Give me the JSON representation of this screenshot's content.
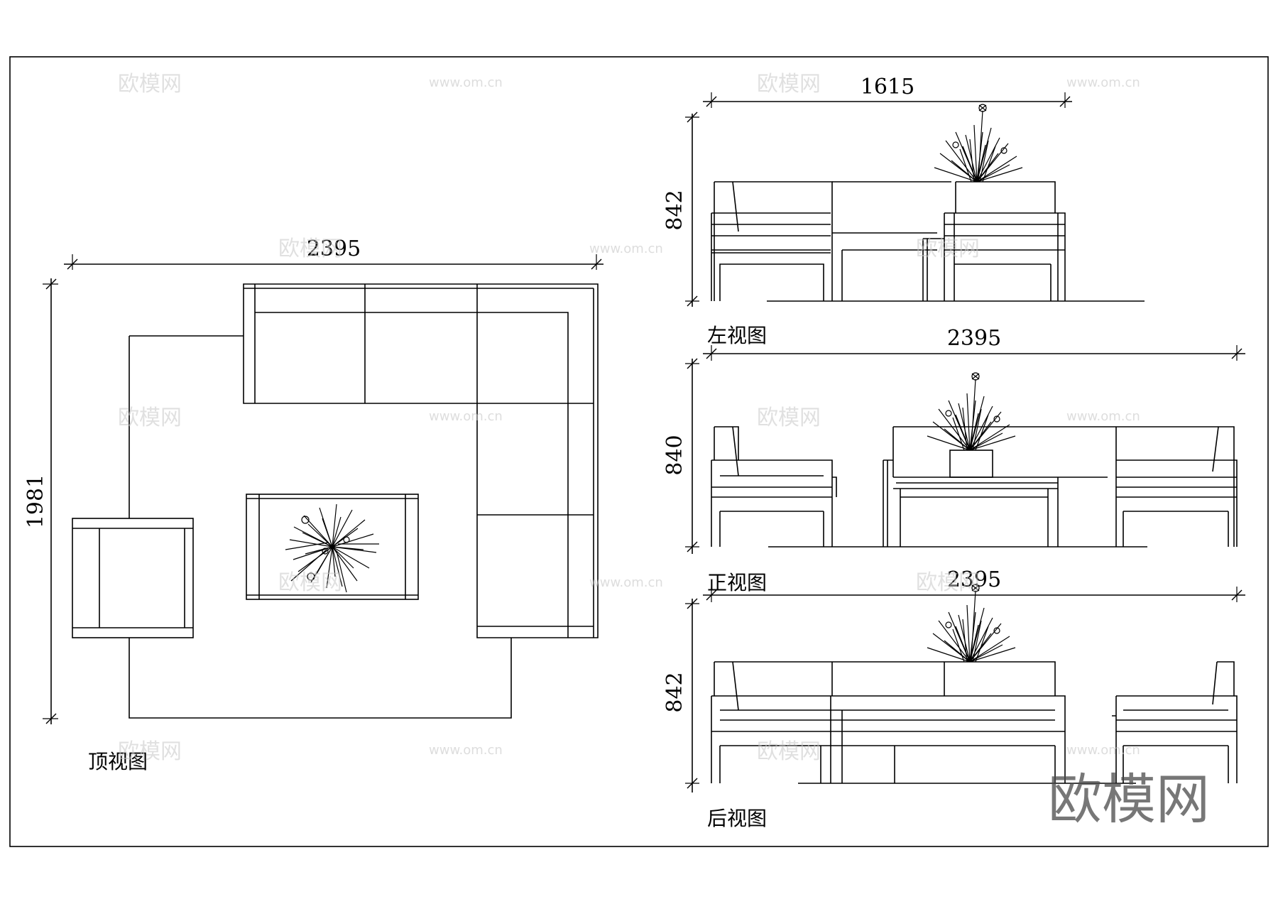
{
  "views": {
    "top": {
      "caption": "顶视图",
      "width_dim": "2395",
      "depth_dim": "1981"
    },
    "left": {
      "caption": "左视图",
      "width_dim": "1615",
      "height_dim": "842"
    },
    "front": {
      "caption": "正视图",
      "width_dim": "2395",
      "height_dim": "840"
    },
    "back": {
      "caption": "后视图",
      "width_dim": "2395",
      "height_dim": "842"
    }
  },
  "watermark": {
    "brand": "欧模网",
    "url": "www.om.cn"
  }
}
